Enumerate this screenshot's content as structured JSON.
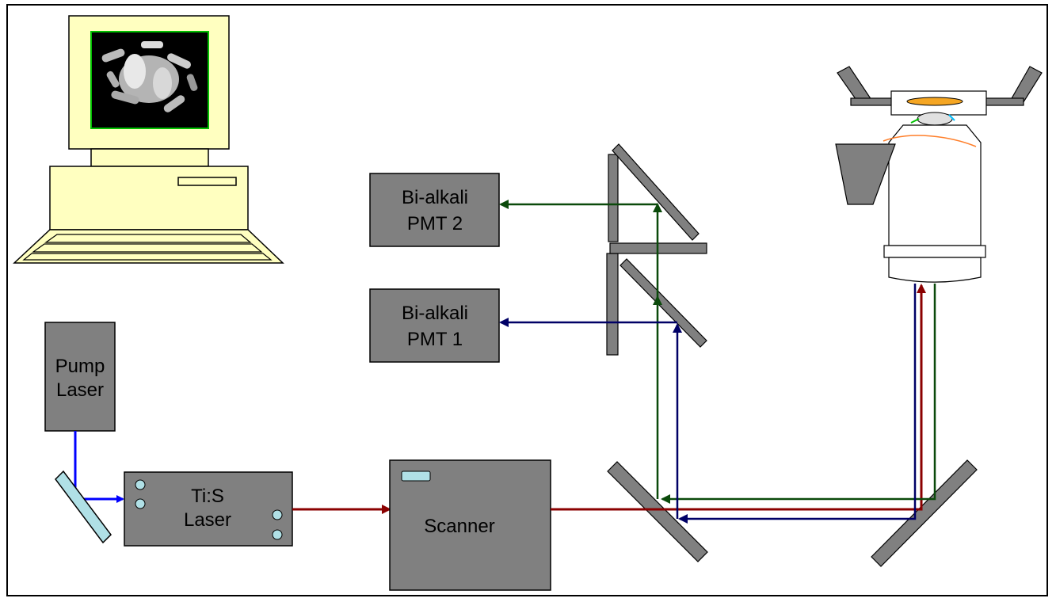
{
  "boxes": {
    "pump_laser": [
      "Pump",
      "Laser"
    ],
    "tis_laser": [
      "Ti:S",
      "Laser"
    ],
    "scanner": "Scanner",
    "pmt1": [
      "Bi-alkali",
      "PMT 1"
    ],
    "pmt2": [
      "Bi-alkali",
      "PMT 2"
    ]
  },
  "colors": {
    "box_fill": "#808080",
    "pump_beam": "#0000ff",
    "excitation_beam": "#8b0000",
    "emission_green": "#0b4a0b",
    "emission_blue": "#000066",
    "mirror_fill": "#b0e0e6",
    "computer_fill": "#ffffc0",
    "sample": "#f5a623"
  },
  "icons": [
    "computer-icon",
    "microscope-objective-icon",
    "dichroic-mirror-icon"
  ]
}
